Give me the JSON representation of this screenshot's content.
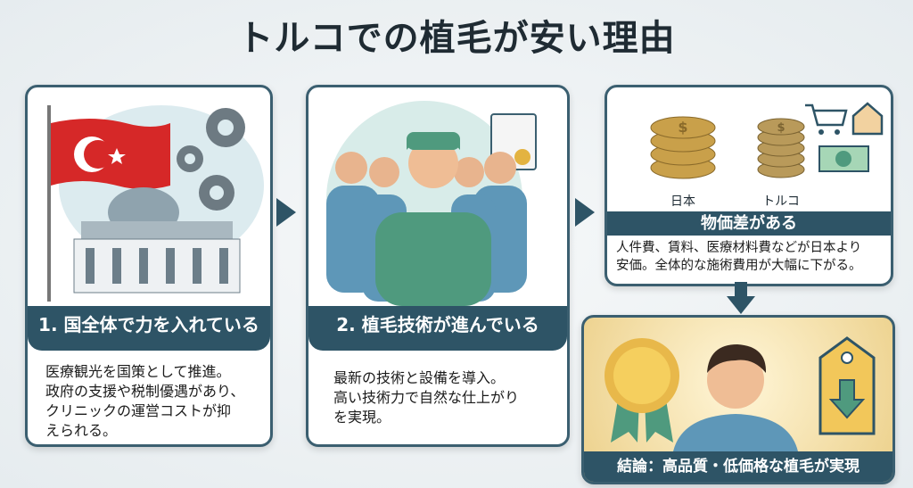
{
  "title": "トルコでの植毛が安い理由",
  "cards": [
    {
      "heading": "1. 国全体で力を入れている",
      "text": [
        "医療観光を国策として推進。",
        "政府の支援や税制優遇があり、",
        "クリニックの運営コストが抑",
        "えられる。"
      ]
    },
    {
      "heading": "2. 植毛技術が進んでいる",
      "text": [
        "最新の技術と設備を導入。",
        "高い技術力で自然な仕上がり",
        "を実現。"
      ]
    },
    {
      "heading": "物価差がある",
      "labels": [
        "日本",
        "トルコ"
      ],
      "text": [
        "人件費、賃料、医療材料費などが日本より",
        "安価。全体的な施術費用が大幅に下がる。"
      ]
    },
    {
      "heading": "結論：高品質・低価格な植毛が実現"
    }
  ],
  "colors": {
    "bar": "#2e5466",
    "flag": "#d62828",
    "scrubs": "#4f9a7e"
  }
}
